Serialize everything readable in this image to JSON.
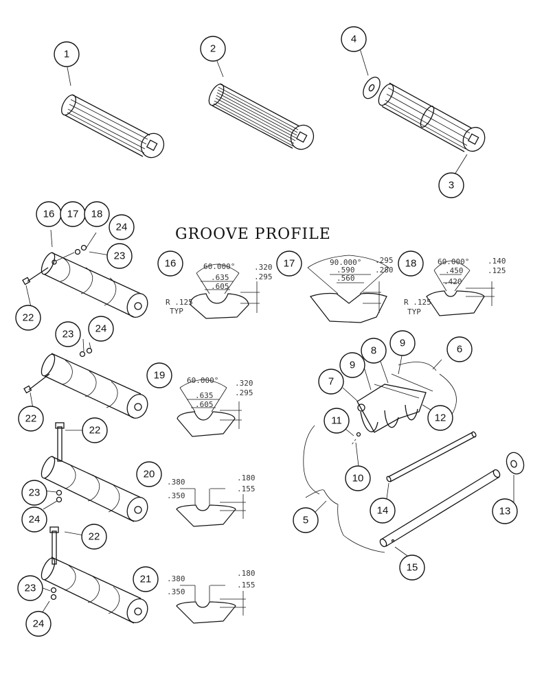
{
  "title": "GROOVE PROFILE",
  "callouts": [
    "1",
    "2",
    "3",
    "4",
    "5",
    "6",
    "7",
    "8",
    "9",
    "10",
    "11",
    "12",
    "13",
    "14",
    "15",
    "16",
    "17",
    "18",
    "19",
    "20",
    "21",
    "22",
    "23",
    "24"
  ],
  "profiles": {
    "p16": {
      "label": "16",
      "angle": "60.000°",
      "w1": ".635",
      "w2": ".605",
      "d1": ".320",
      "d2": ".295",
      "r": "R .125",
      "typ": "TYP"
    },
    "p17": {
      "label": "17",
      "angle": "90.000°",
      "w1": ".590",
      "w2": ".560",
      "d1": ".295",
      "d2": ".280"
    },
    "p18": {
      "label": "18",
      "angle": "60.000°",
      "w1": ".450",
      "w2": ".420",
      "d1": ".140",
      "d2": ".125",
      "r": "R .125",
      "typ": "TYP"
    },
    "p19": {
      "label": "19",
      "angle": "60.000°",
      "w1": ".635",
      "w2": ".605",
      "d1": ".320",
      "d2": ".295"
    },
    "p20": {
      "label": "20",
      "w1": ".380",
      "w2": ".350",
      "d1": ".180",
      "d2": ".155"
    },
    "p21": {
      "label": "21",
      "w1": ".380",
      "w2": ".350",
      "d1": ".180",
      "d2": ".155"
    }
  }
}
